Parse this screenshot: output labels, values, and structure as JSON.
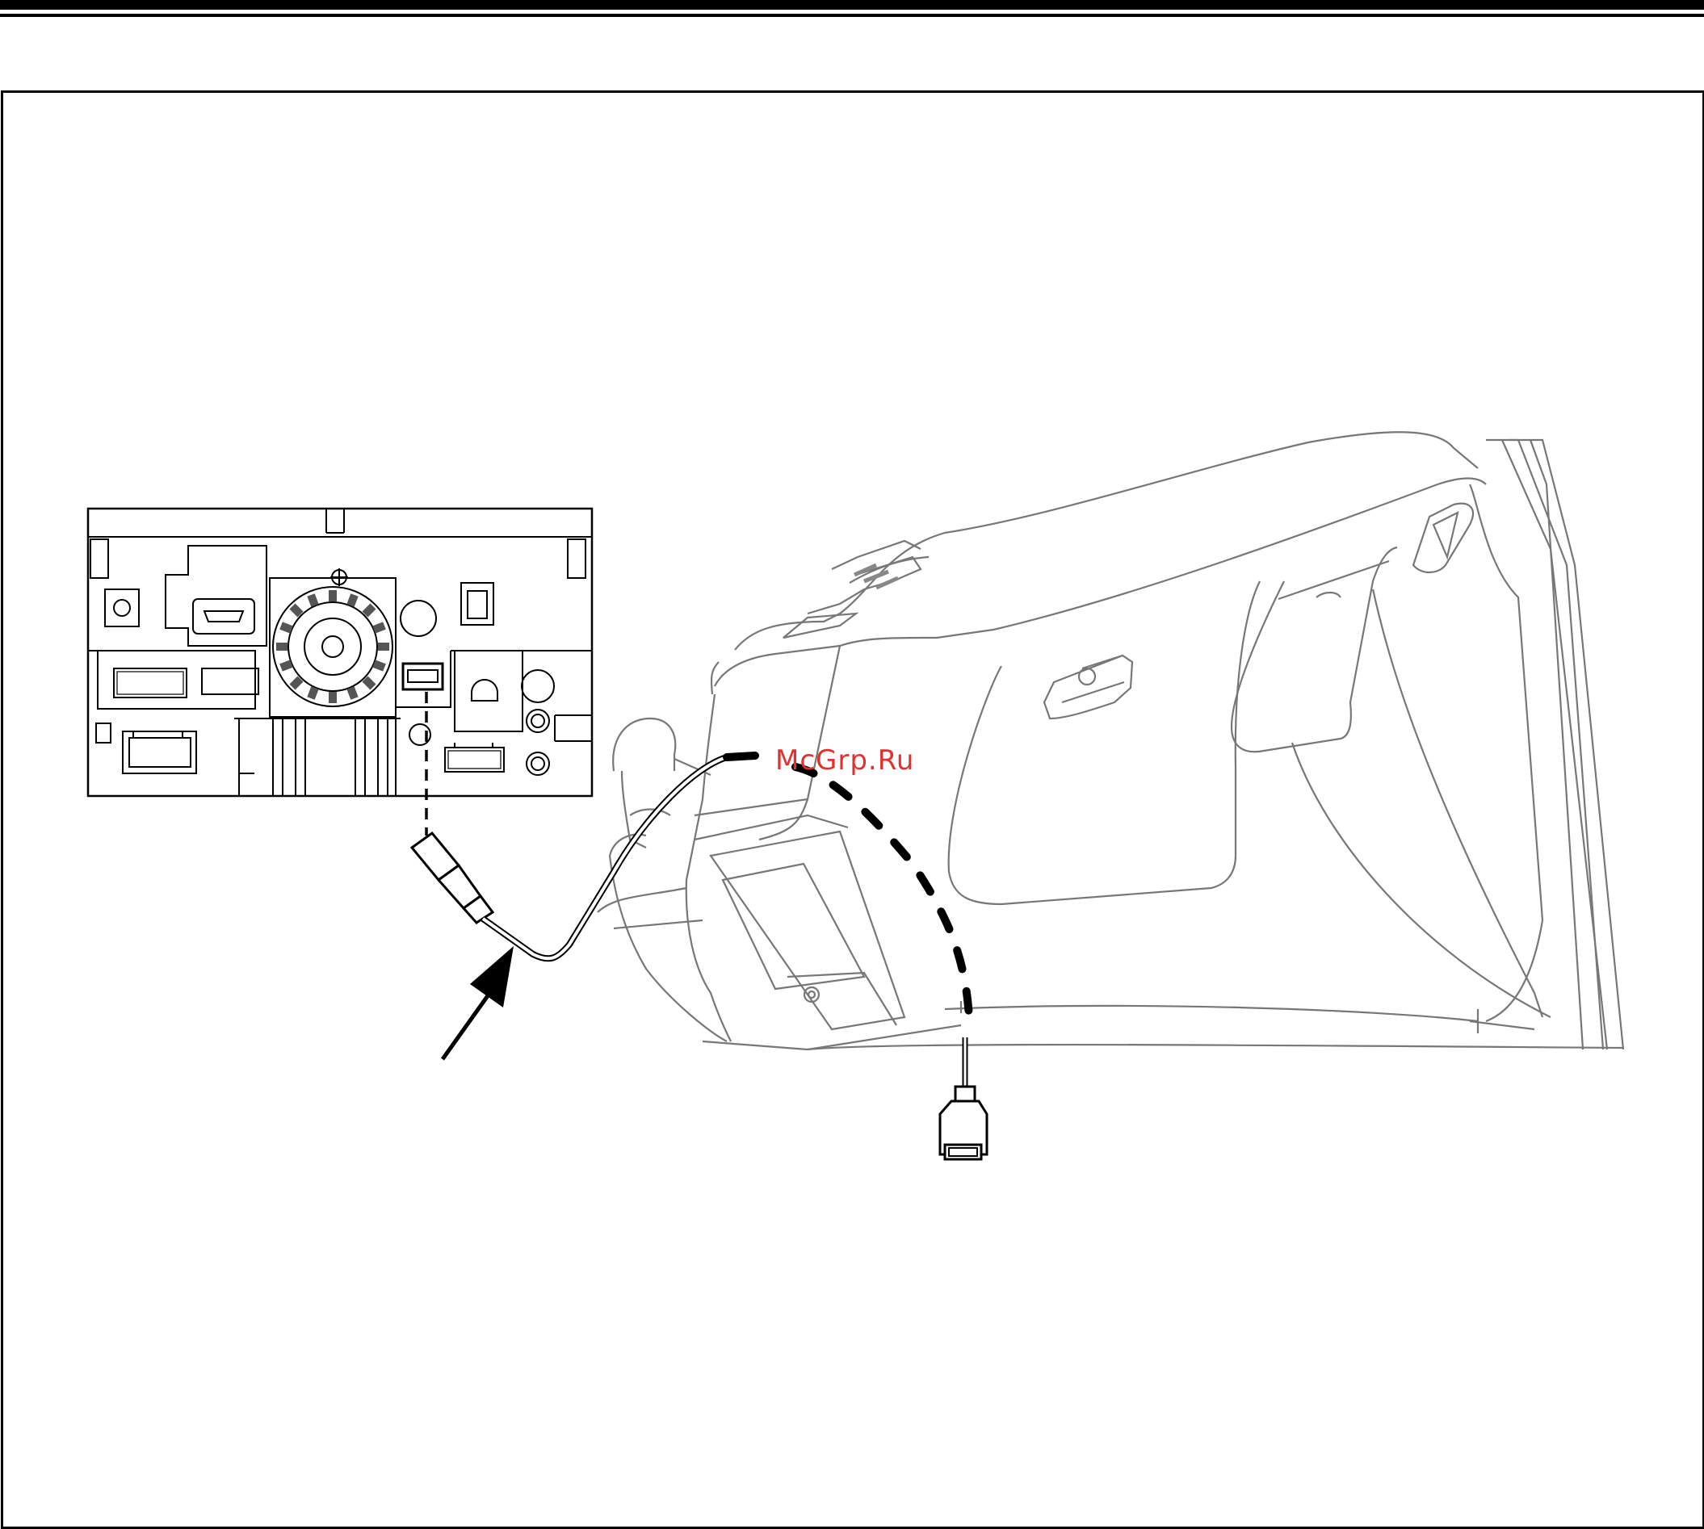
{
  "watermark": {
    "text": "McGrp.Ru",
    "color": "#e03131"
  },
  "colors": {
    "line": "#000000",
    "background": "#ffffff"
  },
  "illustration": {
    "subjects": [
      "head-unit-rear-panel",
      "vehicle-dashboard",
      "usb-extension-cable",
      "usb-male-plug",
      "usb-female-socket",
      "pointer-arrow"
    ]
  }
}
